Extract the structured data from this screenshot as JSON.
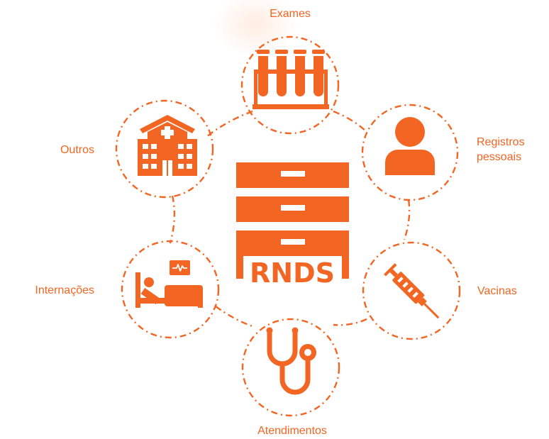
{
  "colors": {
    "accent": "#F26522",
    "background": "#FFFFFF"
  },
  "center": {
    "label": "RNDS",
    "icon": "filing-cabinet-icon"
  },
  "nodes": {
    "exames": {
      "label": "Exames",
      "icon": "test-tubes-icon"
    },
    "registros": {
      "label_line1": "Registros",
      "label_line2": "pessoais",
      "icon": "person-icon"
    },
    "vacinas": {
      "label": "Vacinas",
      "icon": "syringe-icon"
    },
    "atendimentos": {
      "label": "Atendimentos",
      "icon": "stethoscope-icon"
    },
    "internacoes": {
      "label": "Internações",
      "icon": "hospital-bed-icon"
    },
    "outros": {
      "label": "Outros",
      "icon": "hospital-building-icon"
    }
  }
}
